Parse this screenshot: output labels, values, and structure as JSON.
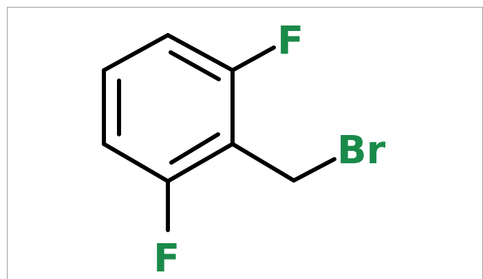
{
  "molecule": {
    "atoms": {
      "fluorine_top": "F",
      "fluorine_bottom": "F",
      "bromine": "Br"
    },
    "colors": {
      "bond": "#000000",
      "halogen": "#1a8a4a",
      "frame_border": "#9a9a9a"
    }
  }
}
